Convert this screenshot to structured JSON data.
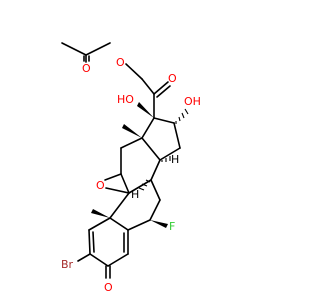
{
  "molecule": {
    "atom_labels": {
      "ester_O": "O",
      "carbonyl_O_top": "O",
      "carbonyl_O_ketone": "O",
      "oh_left": "HO",
      "oh_right": "OH",
      "epoxide_O": "O",
      "fluoro": "F",
      "bromo": "Br",
      "ring_ketone_O": "O",
      "h_c14": "H",
      "h_c8": "H"
    },
    "colors": {
      "oxygen": "#ff0000",
      "fluorine": "#33cc33",
      "bromine": "#a52a2a",
      "carbon_bond": "#000000"
    }
  }
}
